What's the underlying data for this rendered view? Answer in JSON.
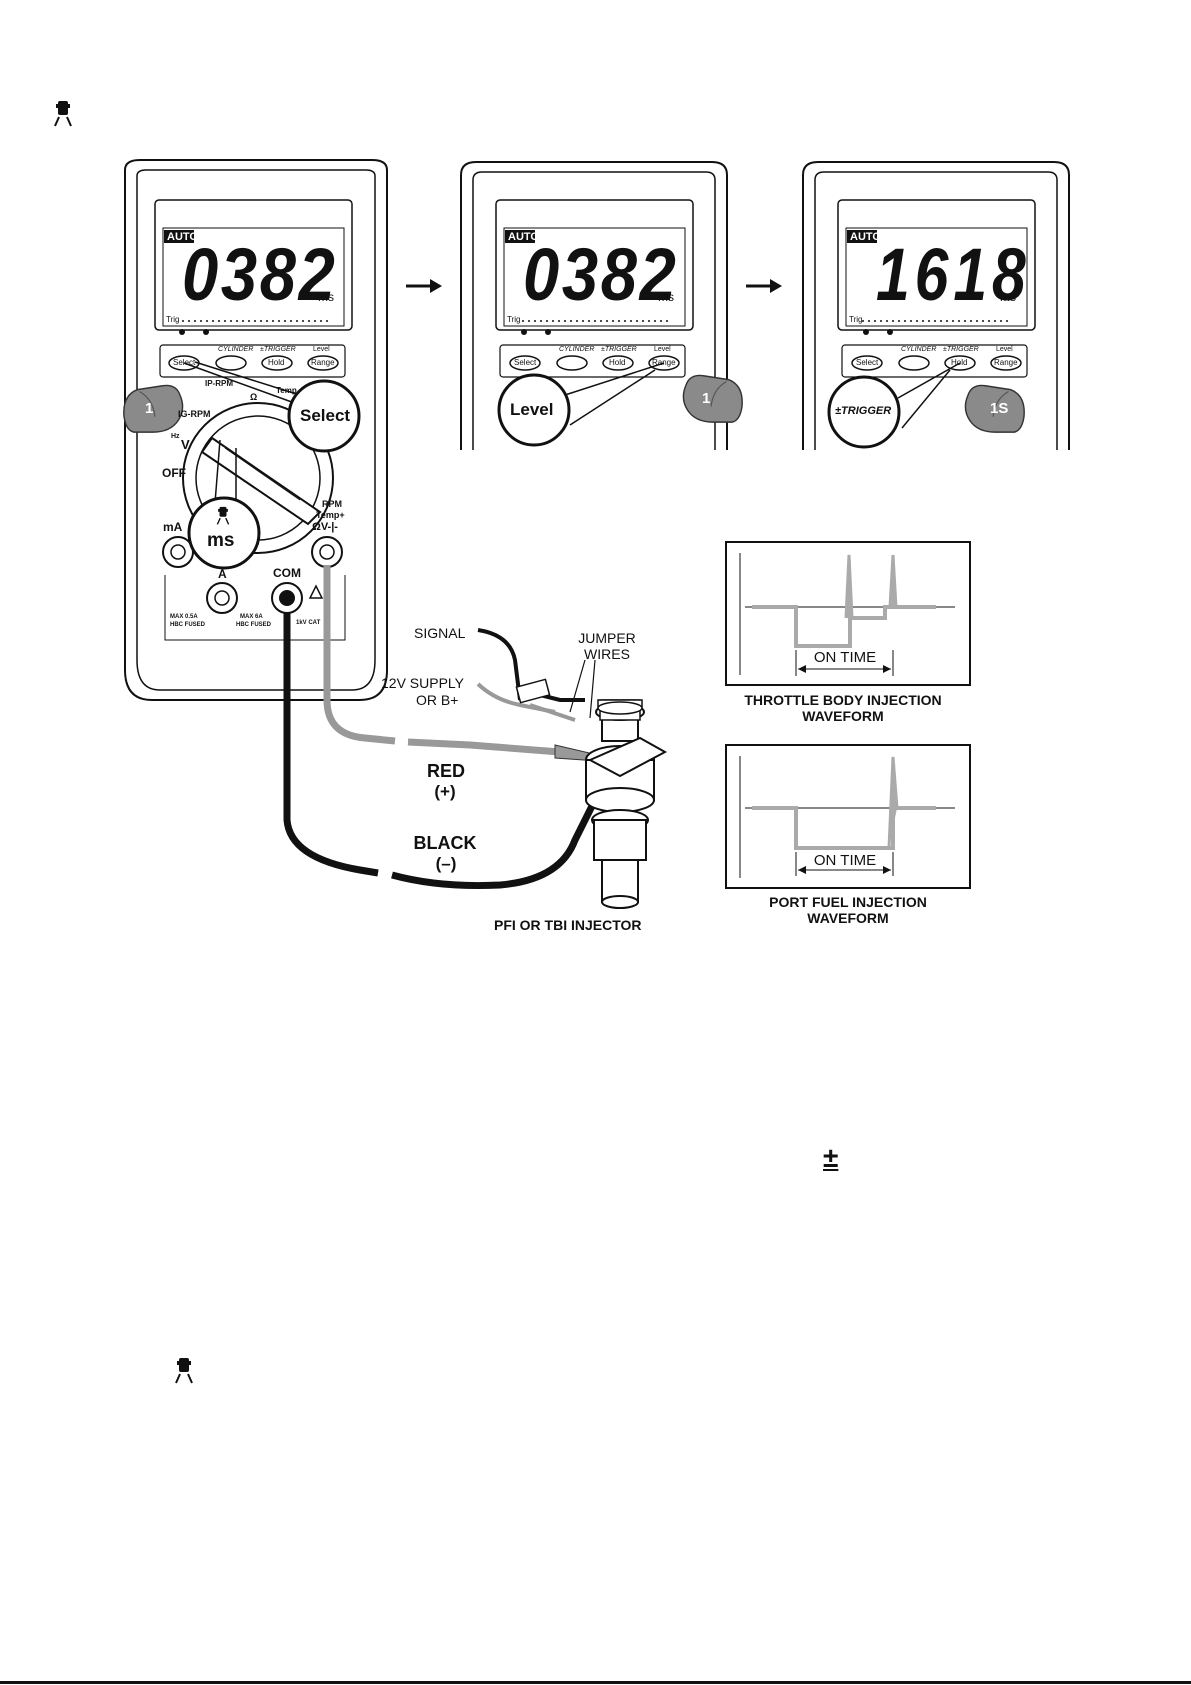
{
  "meters": [
    {
      "auto": "AUTO",
      "reading": "0382",
      "unit": "ms",
      "trig": "Trig",
      "buttons": {
        "select": "Select",
        "cylinder": "CYLINDER",
        "trigger": "±TRIGGER",
        "hold": "Hold",
        "level": "Level",
        "range": "Range"
      },
      "callout": "Select",
      "step": "1",
      "dial": {
        "ip_rpm": "IP-RPM",
        "ig_rpm": "IG-RPM",
        "temp": "Temp",
        "ohm": "Ω",
        "v": "V",
        "hz": "Hz",
        "off": "OFF",
        "ms_callout": "ms",
        "rpm": "RPM",
        "temp_plus": "Temp+",
        "ohm_v": "ΩV-|-",
        "ma": "mA",
        "a": "A",
        "com": "COM",
        "max_ma": "MAX 0.5A",
        "max_a": "MAX 6A",
        "fused1": "HBC FUSED",
        "fused2": "HBC FUSED",
        "cat": "1kV CAT"
      }
    },
    {
      "auto": "AUTO",
      "reading": "0382",
      "unit": "ms",
      "trig": "Trig",
      "buttons": {
        "select": "Select",
        "cylinder": "CYLINDER",
        "trigger": "±TRIGGER",
        "hold": "Hold",
        "level": "Level",
        "range": "Range"
      },
      "callout": "Level",
      "step": "1"
    },
    {
      "auto": "AUTO",
      "reading": "1618",
      "unit": "ms",
      "trig": "Trig",
      "buttons": {
        "select": "Select",
        "cylinder": "CYLINDER",
        "trigger": "±TRIGGER",
        "hold": "Hold",
        "level": "Level",
        "range": "Range"
      },
      "callout": "±TRIGGER",
      "step": "1S"
    }
  ],
  "wiring": {
    "signal": "SIGNAL",
    "supply_line1": "12V SUPPLY",
    "supply_line2": "OR B+",
    "jumper_line1": "JUMPER",
    "jumper_line2": "WIRES",
    "red": "RED",
    "red_sign": "(+)",
    "black": "BLACK",
    "black_sign": "(–)",
    "injector": "PFI OR TBI INJECTOR"
  },
  "waveforms": [
    {
      "on_time": "ON TIME",
      "title_line1": "THROTTLE BODY  INJECTION",
      "title_line2": "WAVEFORM"
    },
    {
      "on_time": "ON TIME",
      "title_line1": "PORT FUEL  INJECTION",
      "title_line2": "WAVEFORM"
    }
  ],
  "text_symbols": {
    "plus_minus": "±"
  },
  "icons": [
    "injector-icon",
    "injector-icon",
    "arrow-right-icon",
    "arrow-right-icon",
    "finger-press-icon"
  ]
}
